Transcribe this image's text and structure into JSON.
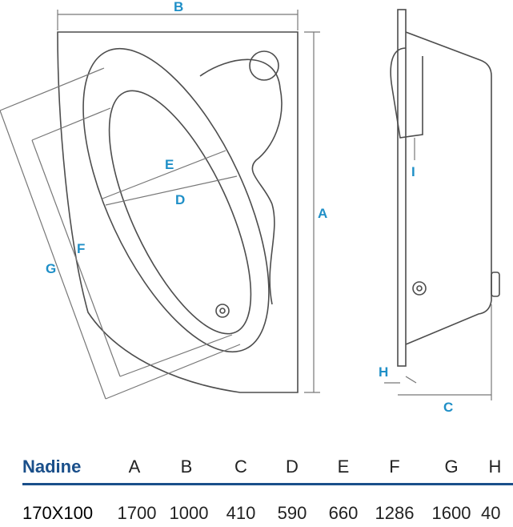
{
  "colors": {
    "outline": "#4d4d4d",
    "dimension_line": "#777777",
    "label": "#1f8fc7",
    "model_name": "#1a4f8a",
    "rule": "#1a4f8a"
  },
  "dimension_labels": {
    "a": "A",
    "b": "B",
    "c": "C",
    "d": "D",
    "e": "E",
    "f": "F",
    "g": "G",
    "h": "H",
    "i": "I"
  },
  "table": {
    "model": "Nadine",
    "headers": [
      "A",
      "B",
      "C",
      "D",
      "E",
      "F",
      "G",
      "H"
    ],
    "size": "170X100",
    "values": [
      "1700",
      "1000",
      "410",
      "590",
      "660",
      "1286",
      "1600",
      "40"
    ]
  }
}
